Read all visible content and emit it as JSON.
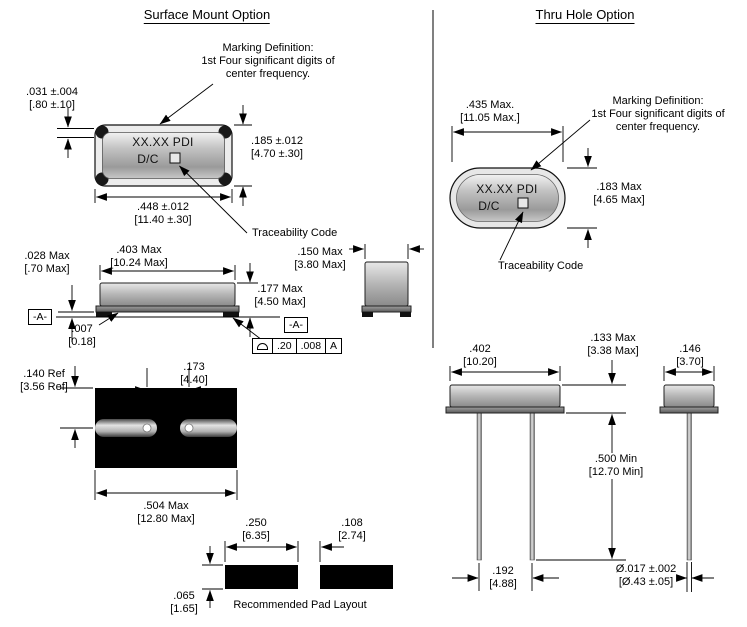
{
  "colors": {
    "line": "#000000",
    "pad_black": "#000000",
    "metal_gray": "#b5b5b5",
    "background": "#ffffff"
  },
  "left": {
    "title": "Surface Mount Option",
    "marking_definition": [
      "Marking Definition:",
      "1st Four significant digits of",
      "center frequency."
    ],
    "package_marking": {
      "line1": "XX.XX PDI",
      "line2": "D/C"
    },
    "traceability_label": "Traceability Code",
    "datum_label": "-A-",
    "fcf": {
      "tolerance_mm": ".20",
      "tolerance_in": ".008",
      "datum_ref": "A"
    },
    "pad_layout_caption": "Recommended Pad Layout",
    "dims": {
      "castellation": {
        "in": ".031 ±.004",
        "mm": "[.80 ±.10]"
      },
      "body_height": {
        "in": ".185 ±.012",
        "mm": "[4.70 ±.30]"
      },
      "body_length": {
        "in": ".448 ±.012",
        "mm": "[11.40 ±.30]"
      },
      "lid_length": {
        "in": ".403 Max",
        "mm": "[10.24 Max]"
      },
      "end_width": {
        "in": ".150 Max",
        "mm": "[3.80 Max]"
      },
      "pad_thickness": {
        "in": ".028 Max",
        "mm": "[.70 Max]"
      },
      "side_height": {
        "in": ".177 Max",
        "mm": "[4.50 Max]"
      },
      "standoff": {
        "in": ".007",
        "mm": "[0.18]"
      },
      "pad_ref": {
        "in": ".140 Ref",
        "mm": "[3.56 Ref]"
      },
      "pad_gap": {
        "in": ".173",
        "mm": "[4.40]"
      },
      "overall_length": {
        "in": ".504 Max",
        "mm": "[12.80 Max]"
      },
      "pad_width": {
        "in": ".250",
        "mm": "[6.35]"
      },
      "pad_spacing": {
        "in": ".108",
        "mm": "[2.74]"
      },
      "pad_height": {
        "in": ".065",
        "mm": "[1.65]"
      }
    }
  },
  "right": {
    "title": "Thru Hole Option",
    "marking_definition": [
      "Marking Definition:",
      "1st Four significant digits of",
      "center frequency."
    ],
    "package_marking": {
      "line1": "XX.XX PDI",
      "line2": "D/C"
    },
    "traceability_label": "Traceability Code",
    "dims": {
      "body_length": {
        "in": ".435 Max.",
        "mm": "[11.05 Max.]"
      },
      "body_height": {
        "in": ".183 Max",
        "mm": "[4.65 Max]"
      },
      "side_height": {
        "in": ".133 Max",
        "mm": "[3.38 Max]"
      },
      "side_length": {
        "in": ".402",
        "mm": "[10.20]"
      },
      "side_width": {
        "in": ".146",
        "mm": "[3.70]"
      },
      "lead_length": {
        "in": ".500 Min",
        "mm": "[12.70 Min]"
      },
      "lead_spacing": {
        "in": ".192",
        "mm": "[4.88]"
      },
      "lead_diameter": {
        "in": "Ø.017 ±.002",
        "mm": "[Ø.43 ±.05]"
      }
    }
  }
}
